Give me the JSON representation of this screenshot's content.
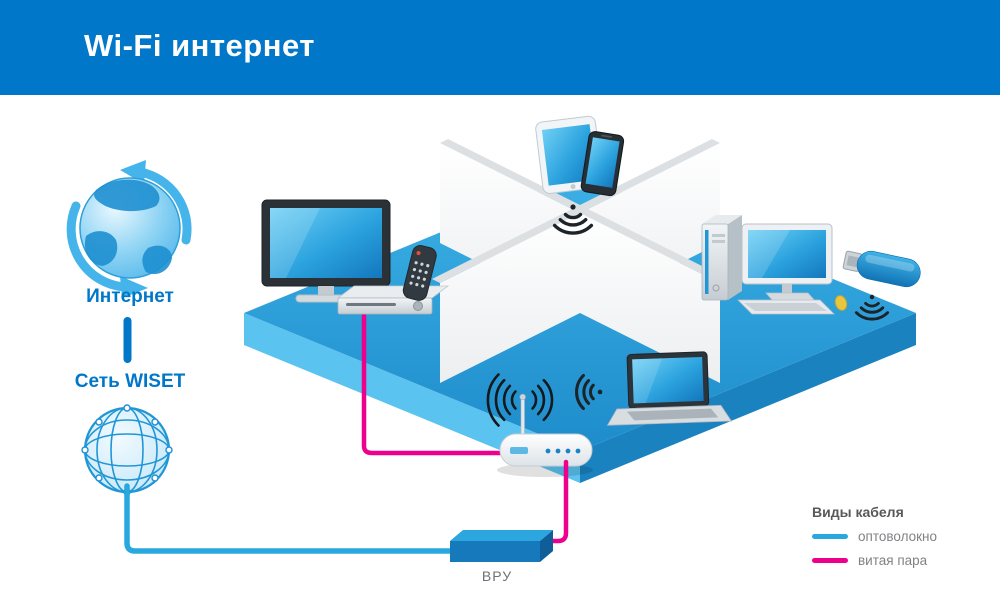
{
  "header": {
    "title": "Wi-Fi интернет"
  },
  "left_panel": {
    "internet_label": "Интернет",
    "network_label": "Сеть WISET"
  },
  "diagram": {
    "vru_label": "ВРУ"
  },
  "legend": {
    "title": "Виды кабеля",
    "items": [
      {
        "id": "fiber",
        "label": "оптоволокно",
        "color": "#29A8E0"
      },
      {
        "id": "twisted-pair",
        "label": "витая пара",
        "color": "#EC008C"
      }
    ]
  },
  "colors": {
    "header_bg": "#0077C8",
    "accent_text": "#0077C8",
    "floor_blue": "#2CA6DF",
    "wall_white": "#FFFFFF"
  }
}
